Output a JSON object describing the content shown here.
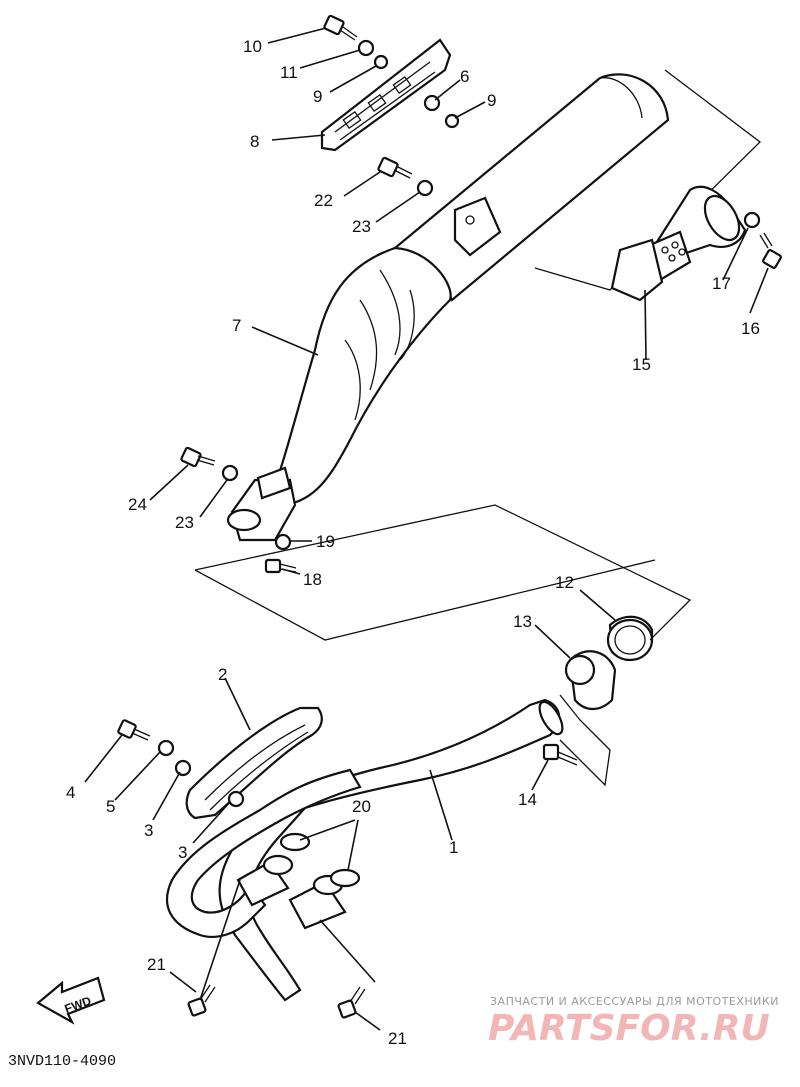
{
  "diagram_code": "3NVD110-4090",
  "fwd_label": "FWD",
  "watermark": {
    "line1": "ЗАПЧАСТИ И АКСЕССУАРЫ ДЛЯ МОТОТЕХНИКИ",
    "brand": "PARTSFOR.RU"
  },
  "labels": {
    "p1": "1",
    "p2": "2",
    "p3a": "3",
    "p3b": "3",
    "p4": "4",
    "p5": "5",
    "p6": "6",
    "p7": "7",
    "p8": "8",
    "p9a": "9",
    "p9b": "9",
    "p10": "10",
    "p11": "11",
    "p12": "12",
    "p13": "13",
    "p14": "14",
    "p15": "15",
    "p16": "16",
    "p17": "17",
    "p18": "18",
    "p19": "19",
    "p20": "20",
    "p21a": "21",
    "p21b": "21",
    "p22": "22",
    "p23a": "23",
    "p23b": "23",
    "p24": "24"
  }
}
